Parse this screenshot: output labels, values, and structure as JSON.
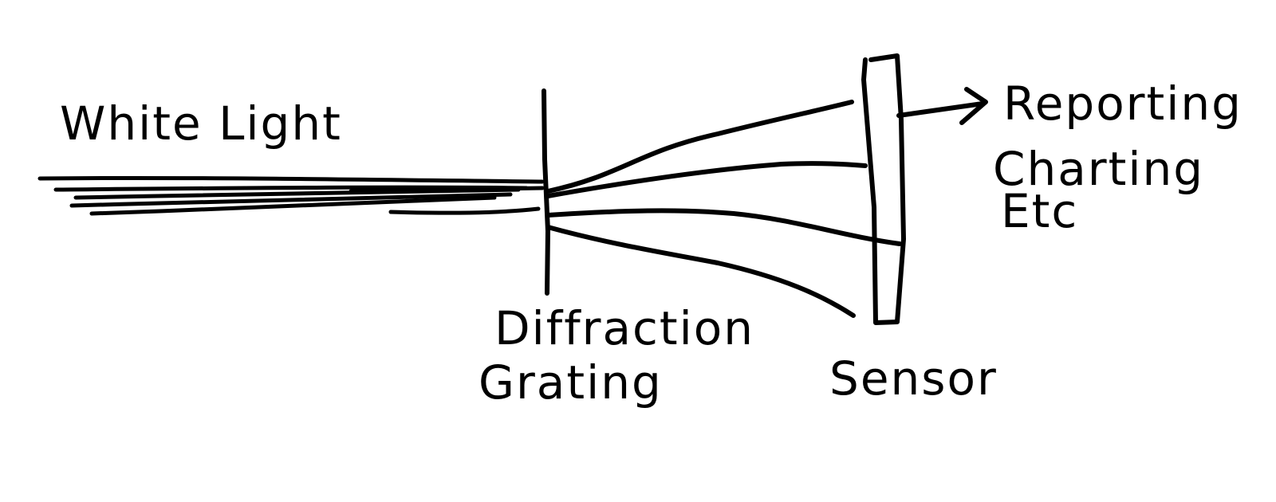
{
  "labels": {
    "source": "White Light",
    "grating_line1": "Diffraction",
    "grating_line2": "Grating",
    "sensor": "Sensor",
    "output_line1": "Reporting",
    "output_line2": "Charting",
    "output_line3": "Etc"
  },
  "colors": {
    "ink": "#000000",
    "background": "#ffffff"
  }
}
